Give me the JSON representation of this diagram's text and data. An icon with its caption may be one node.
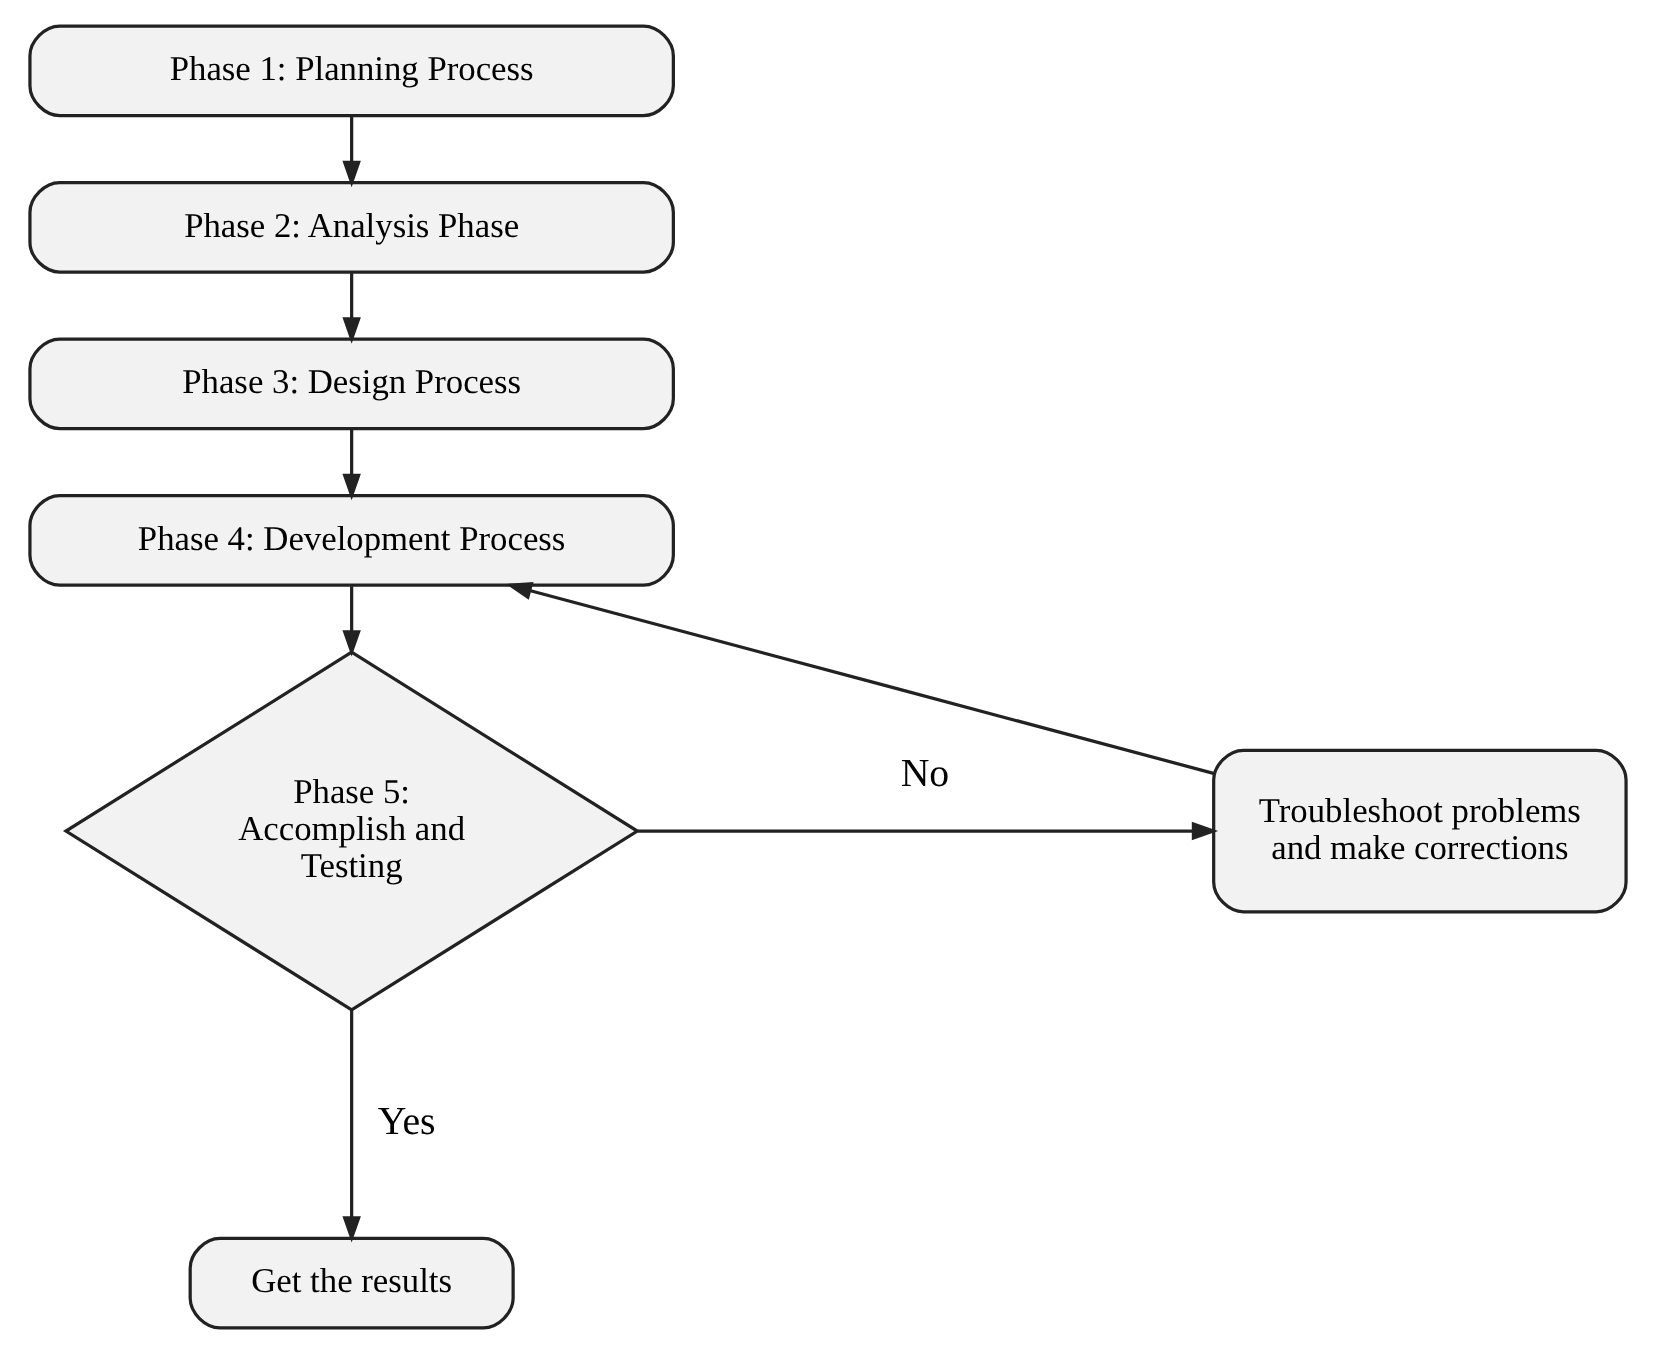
{
  "diagram": {
    "nodes": [
      {
        "text": [
          "Phase 1: Planning Process"
        ]
      },
      {
        "text": [
          "Phase 2: Analysis Phase"
        ]
      },
      {
        "text": [
          "Phase 3: Design Process"
        ]
      },
      {
        "text": [
          "Phase 4: Development Process"
        ]
      },
      {
        "text": [
          "Phase 5: Accomplish and Testing"
        ]
      },
      {
        "text": [
          "Troubleshoot problems and make corrections"
        ]
      },
      {
        "text": [
          "Get the results"
        ]
      }
    ],
    "edges": [
      {
        "from": 0,
        "to": 1,
        "arrow": "to"
      },
      {
        "from": 1,
        "to": 2,
        "arrow": "to"
      },
      {
        "from": 2,
        "to": 3,
        "arrow": "to"
      },
      {
        "from": 3,
        "to": 4,
        "arrow": "to"
      },
      {
        "from": 4,
        "to": 5,
        "arrow": "to",
        "label": "No"
      },
      {
        "from": 5,
        "to": 3,
        "arrow": "to"
      },
      {
        "from": 4,
        "to": 6,
        "arrow": "to",
        "label": "Yes"
      }
    ]
  }
}
